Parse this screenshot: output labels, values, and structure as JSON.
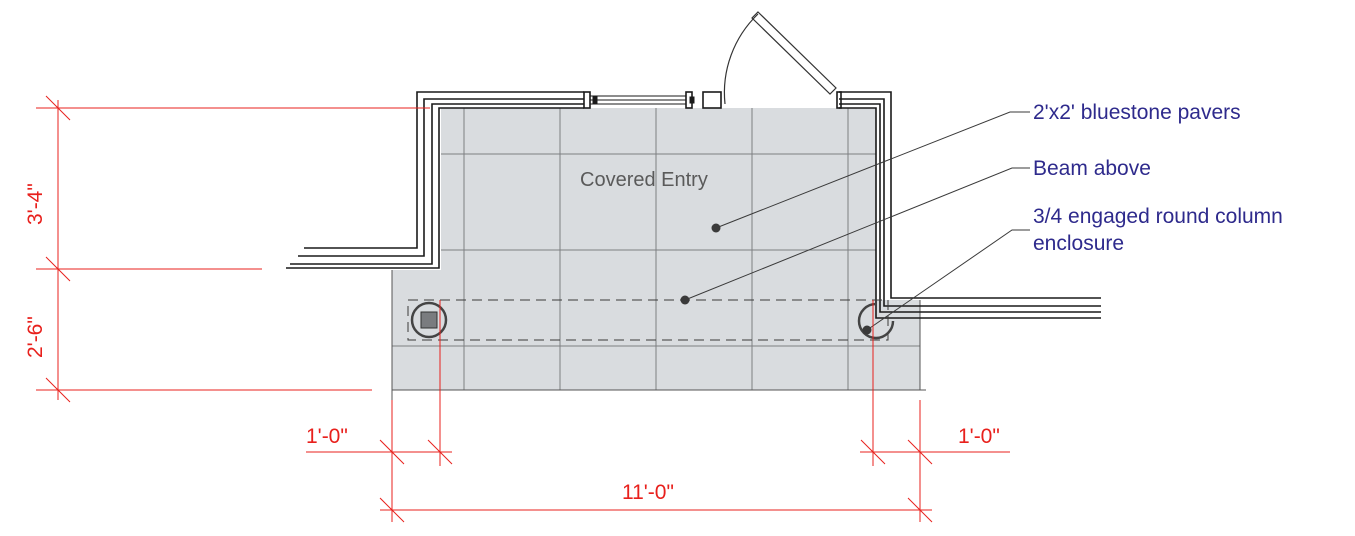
{
  "colors": {
    "background": "#ffffff",
    "paving_fill": "#d9dcdf",
    "wall_line": "#1a1a1a",
    "grid_line": "#7d7f82",
    "dimension": "#e8201c",
    "note_text": "#2e2a8c",
    "leader": "#3a3a3a",
    "room_text": "#5a5a5a"
  },
  "room": {
    "label": "Covered Entry"
  },
  "notes": [
    {
      "id": "pavers",
      "lines": [
        "2'x2' bluestone pavers"
      ]
    },
    {
      "id": "beam",
      "lines": [
        "Beam above"
      ]
    },
    {
      "id": "column",
      "lines": [
        "3/4 engaged round column",
        "enclosure"
      ]
    }
  ],
  "dimensions": {
    "upper_vertical": "3'-4\"",
    "lower_vertical": "2'-6\"",
    "left_offset": "1'-0\"",
    "right_offset": "1'-0\"",
    "overall_width": "11'-0\""
  }
}
